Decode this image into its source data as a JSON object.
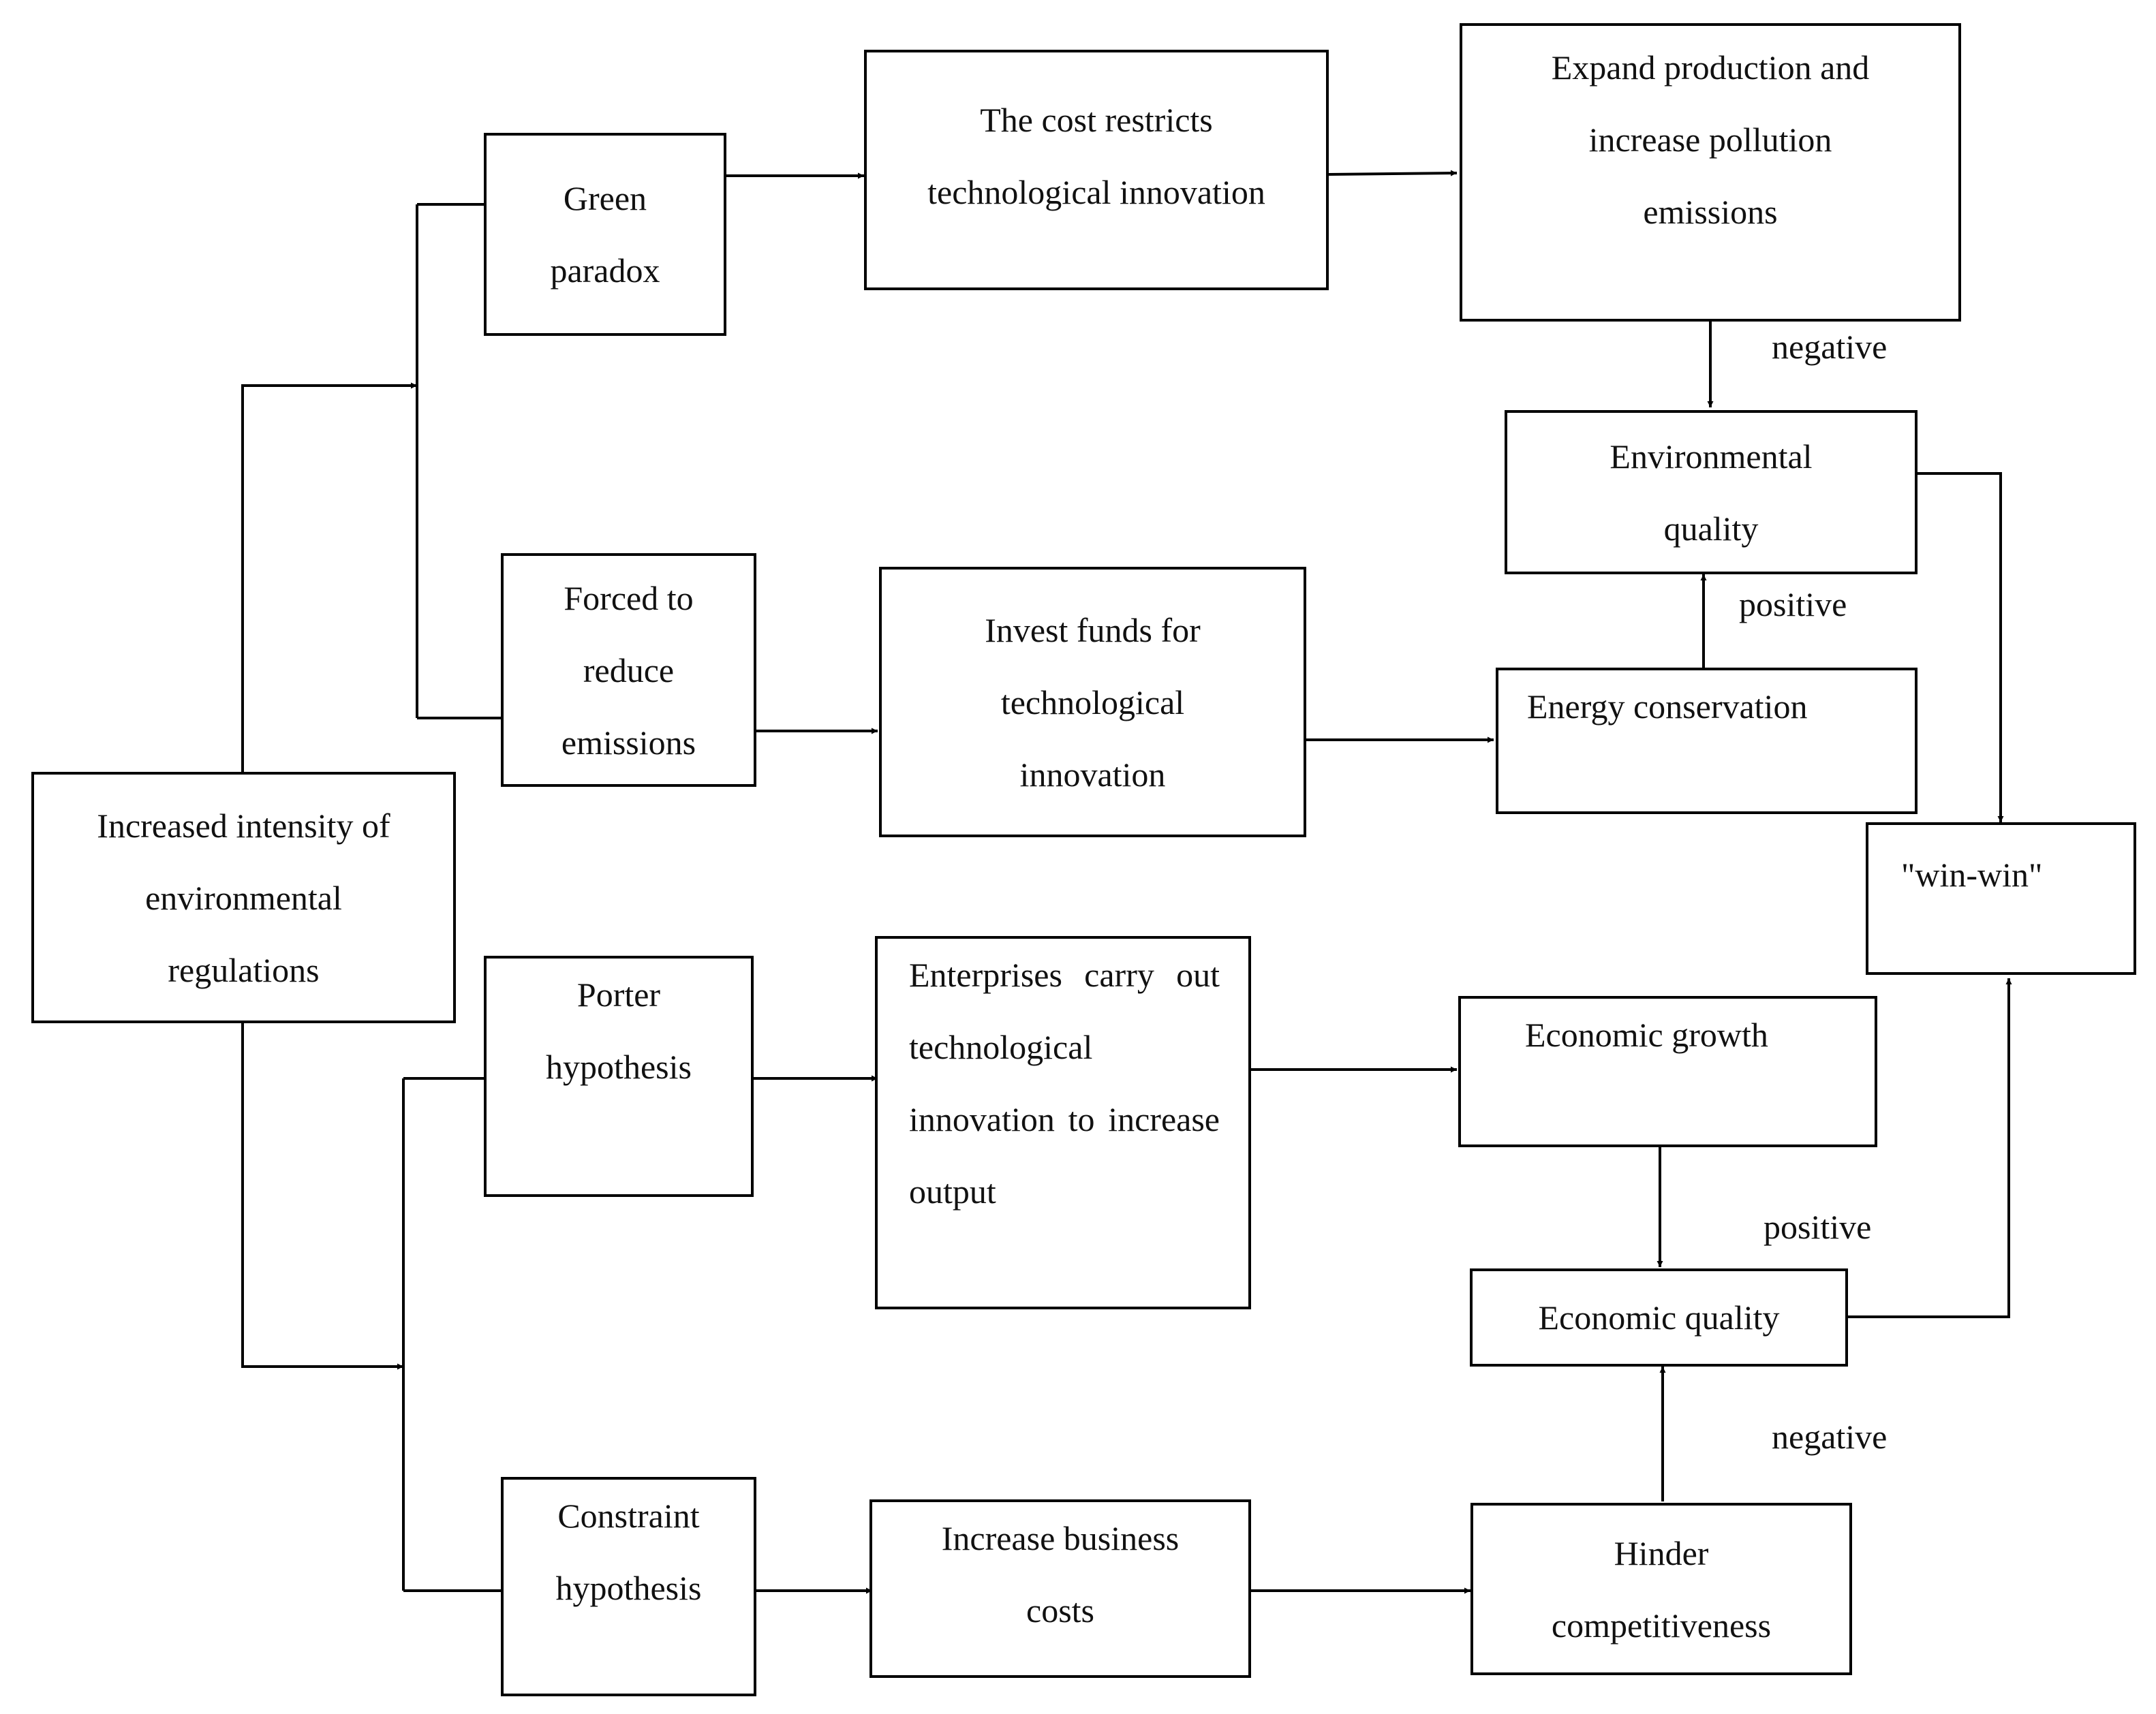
{
  "nodes": {
    "regulation": "Increased intensity of\nenvironmental\nregulations",
    "green_paradox": "Green\nparadox",
    "cost_restricts": "The cost restricts\ntechnological innovation",
    "expand_production": "Expand production and\nincrease pollution\nemissions",
    "environmental_quality": "Environmental\nquality",
    "forced_reduce": "Forced to\nreduce\nemissions",
    "invest_funds": "Invest funds for\ntechnological\ninnovation",
    "energy_conservation": "Energy conservation",
    "win_win": "\"win-win\"",
    "porter": "Porter\nhypothesis",
    "enterprises": "Enterprises carry out technological innovation to increase output",
    "economic_growth": "Economic growth",
    "economic_quality": "Economic quality",
    "constraint": "Constraint\nhypothesis",
    "increase_costs": "Increase business\ncosts",
    "hinder": "Hinder\ncompetitiveness"
  },
  "edge_labels": {
    "expand_to_env": "negative",
    "energy_to_env": "positive",
    "growth_to_econ": "positive",
    "hinder_to_econ": "negative"
  }
}
